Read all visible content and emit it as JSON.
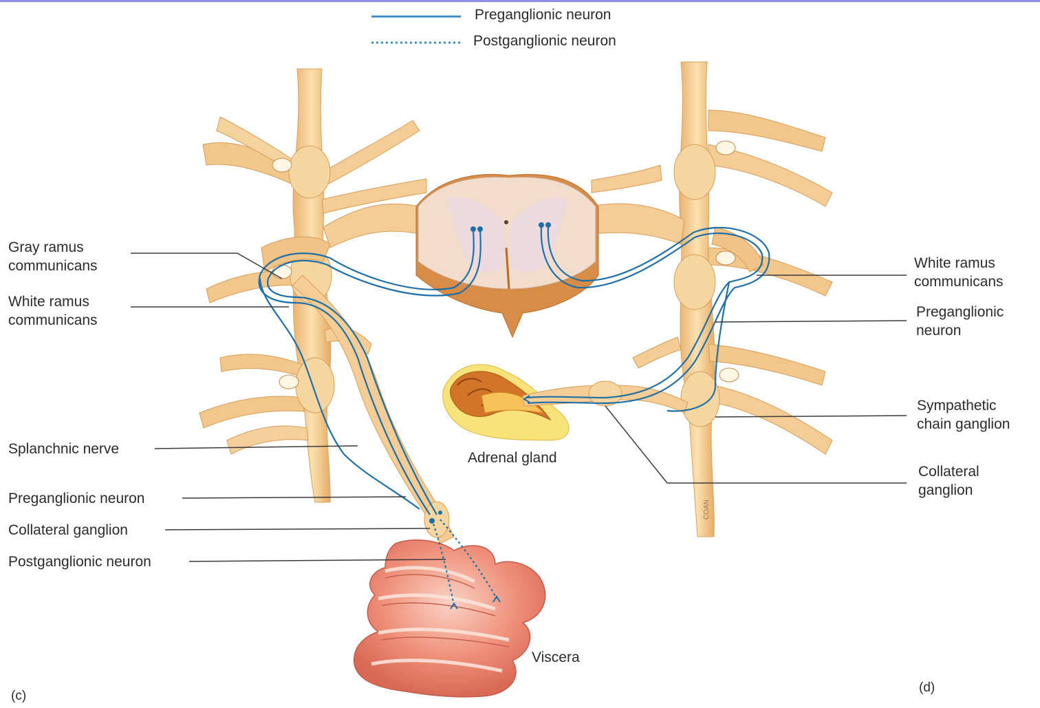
{
  "legend": {
    "pre": "Preganglionic neuron",
    "post": "Postganglionic neuron"
  },
  "left_labels": {
    "gray_ramus": [
      "Gray ramus",
      "communicans"
    ],
    "white_ramus": [
      "White ramus",
      "communicans"
    ],
    "splanchnic": "Splanchnic nerve",
    "preganglionic": "Preganglionic neuron",
    "collateral": "Collateral ganglion",
    "postganglionic": "Postganglionic neuron"
  },
  "right_labels": {
    "white_ramus": [
      "White ramus",
      "communicans"
    ],
    "preganglionic": [
      "Preganglionic",
      "neuron"
    ],
    "sympathetic": [
      "Sympathetic",
      "chain ganglion"
    ],
    "collateral": [
      "Collateral",
      "ganglion"
    ]
  },
  "center_labels": {
    "adrenal": "Adrenal gland",
    "viscera": "Viscera"
  },
  "panel_c": "(c)",
  "panel_d": "(d)",
  "colors": {
    "nerve": "#f3cf94",
    "nerve_dark": "#dfa25b",
    "cord_gray": "#f2dccb",
    "cord_white": "#d99a5c",
    "neuron": "#1e6fa8",
    "viscera": "#ec8a74",
    "adrenal_cortex": "#d27528",
    "adrenal_outer": "#f7e37a"
  }
}
